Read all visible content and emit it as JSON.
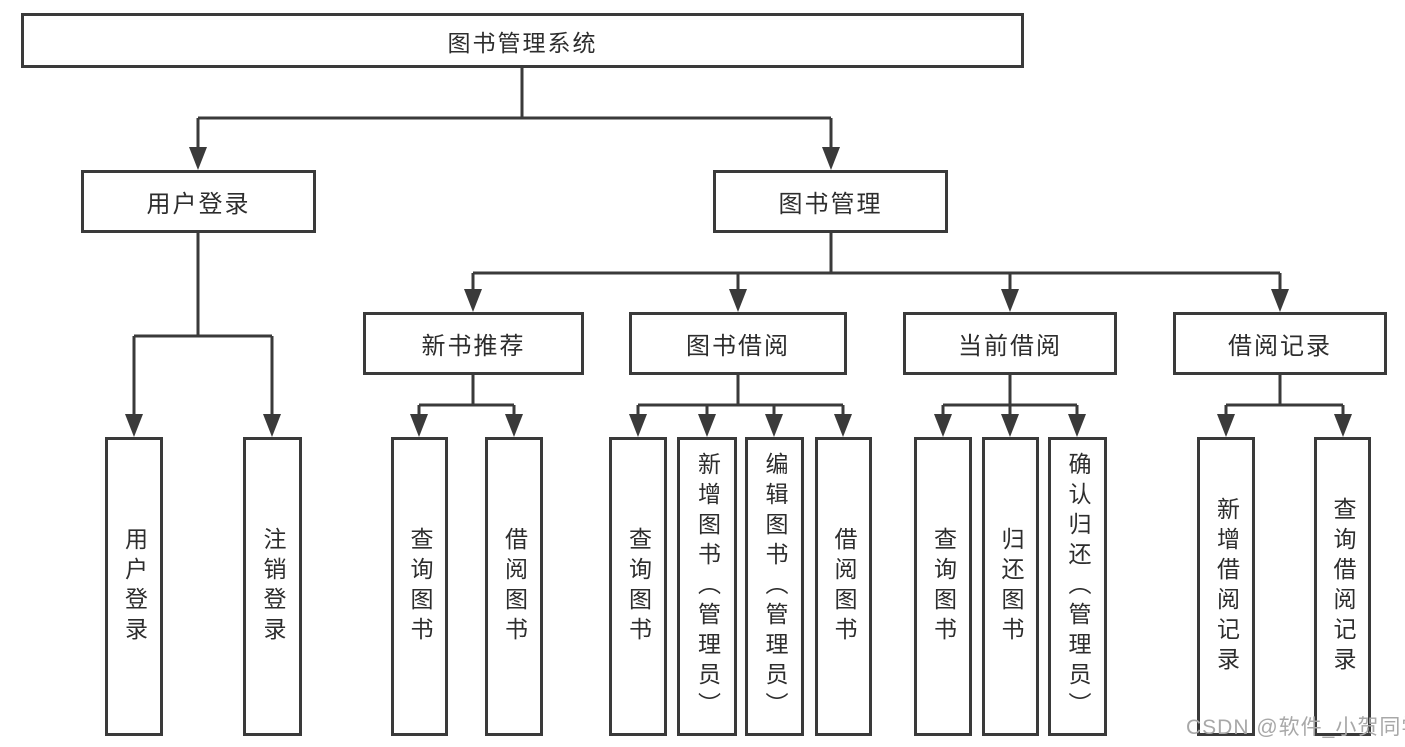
{
  "tree": {
    "root": {
      "label": "图书管理系统"
    },
    "user_login_branch": {
      "label": "用户登录",
      "children": [
        {
          "label": "用户登录"
        },
        {
          "label": "注销登录"
        }
      ]
    },
    "book_management_branch": {
      "label": "图书管理",
      "sections": [
        {
          "label": "新书推荐",
          "children": [
            {
              "label": "查询图书"
            },
            {
              "label": "借阅图书"
            }
          ]
        },
        {
          "label": "图书借阅",
          "children": [
            {
              "label": "查询图书"
            },
            {
              "label": "新增图书（管理员）"
            },
            {
              "label": "编辑图书（管理员）"
            },
            {
              "label": "借阅图书"
            }
          ]
        },
        {
          "label": "当前借阅",
          "children": [
            {
              "label": "查询图书"
            },
            {
              "label": "归还图书"
            },
            {
              "label": "确认归还（管理员）"
            }
          ]
        },
        {
          "label": "借阅记录",
          "children": [
            {
              "label": "新增借阅记录"
            },
            {
              "label": "查询借阅记录"
            }
          ]
        }
      ]
    }
  },
  "watermark": {
    "text": "CSDN @软件_小贺同学"
  },
  "colors": {
    "background": "#ffffff",
    "border": "#3a3a3a",
    "line": "#3a3a3a",
    "text": "#2d2d2d",
    "watermark": "#a8a8a8"
  }
}
